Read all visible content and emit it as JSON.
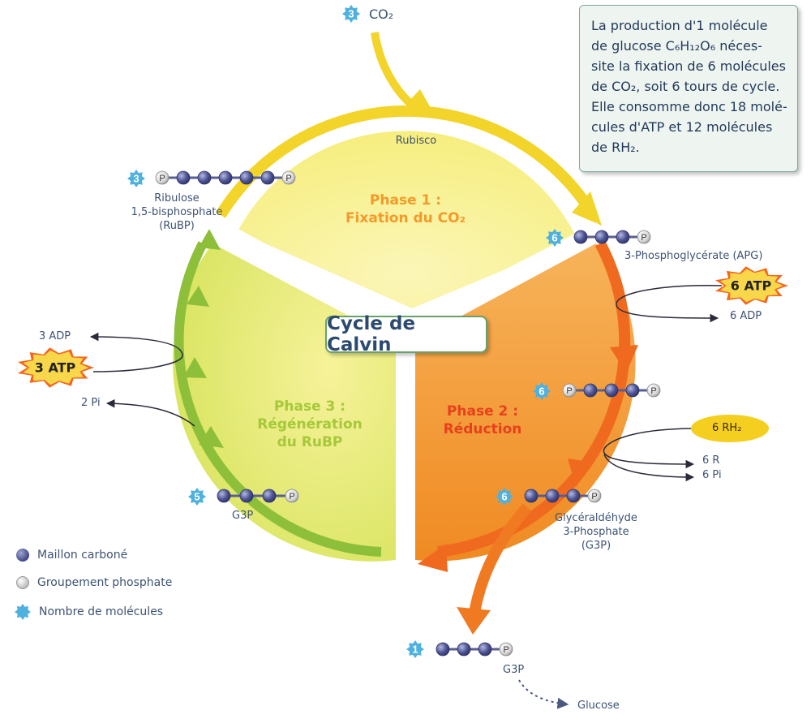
{
  "info_box": {
    "lines": [
      "La production d'1 molécule",
      "de glucose C₆H₁₂O₆ néces-",
      "site la fixation de 6 molécules",
      "de CO₂, soit 6 tours de cycle.",
      "Elle consomme donc 18 molé-",
      "cules d'ATP et 12 molécules",
      "de RH₂."
    ]
  },
  "title": "Cycle de Calvin",
  "phases": {
    "phase1": {
      "line1": "Phase 1 :",
      "line2": "Fixation du CO₂"
    },
    "phase2": {
      "line1": "Phase 2 :",
      "line2": "Réduction"
    },
    "phase3": {
      "line1": "Phase 3 :",
      "line2": "Régénération",
      "line3": "du RuBP"
    }
  },
  "co2": {
    "count": "3",
    "label": "CO₂"
  },
  "rubisco": "Rubisco",
  "rubp": {
    "count": "3",
    "line1": "Ribulose",
    "line2": "1,5-bisphosphate",
    "line3": "(RuBP)"
  },
  "apg": {
    "count": "6",
    "label": "3-Phosphoglycérate (APG)"
  },
  "atp_in_phase2": {
    "label": "6 ATP",
    "out": "6 ADP"
  },
  "bisphospho": {
    "count": "6"
  },
  "rh2": {
    "label": "6 RH₂",
    "out1": "6 R",
    "out2": "6 Pi"
  },
  "g3p_phase2": {
    "count": "6",
    "line1": "Glycéraldéhyde",
    "line2": "3-Phosphate",
    "line3": "(G3P)"
  },
  "g3p_output": {
    "count": "1",
    "label": "G3P",
    "glucose": "Glucose"
  },
  "g3p_regen": {
    "count": "5",
    "label": "G3P"
  },
  "atp_in_phase3": {
    "label": "3 ATP",
    "out1": "3 ADP",
    "out2": "2 Pi"
  },
  "phosphate_letter": "P",
  "legend": {
    "carbon": "Maillon carboné",
    "phosphate": "Groupement phosphate",
    "count": "Nombre de molécules"
  },
  "colors": {
    "phase1": "#f8f29a",
    "phase2": "#f39a2a",
    "phase3": "#dde86a",
    "arrow_yellow": "#f3d42a",
    "arrow_orange": "#ef6a1e",
    "arrow_green": "#8dbf3a",
    "carbon": "#4a5090",
    "star": "#4fb2de",
    "atp_burst": "#f4661e"
  },
  "icons": [
    "molecule-count-star-icon",
    "carbon-ball-icon",
    "phosphate-ball-icon",
    "atp-burst-icon"
  ]
}
